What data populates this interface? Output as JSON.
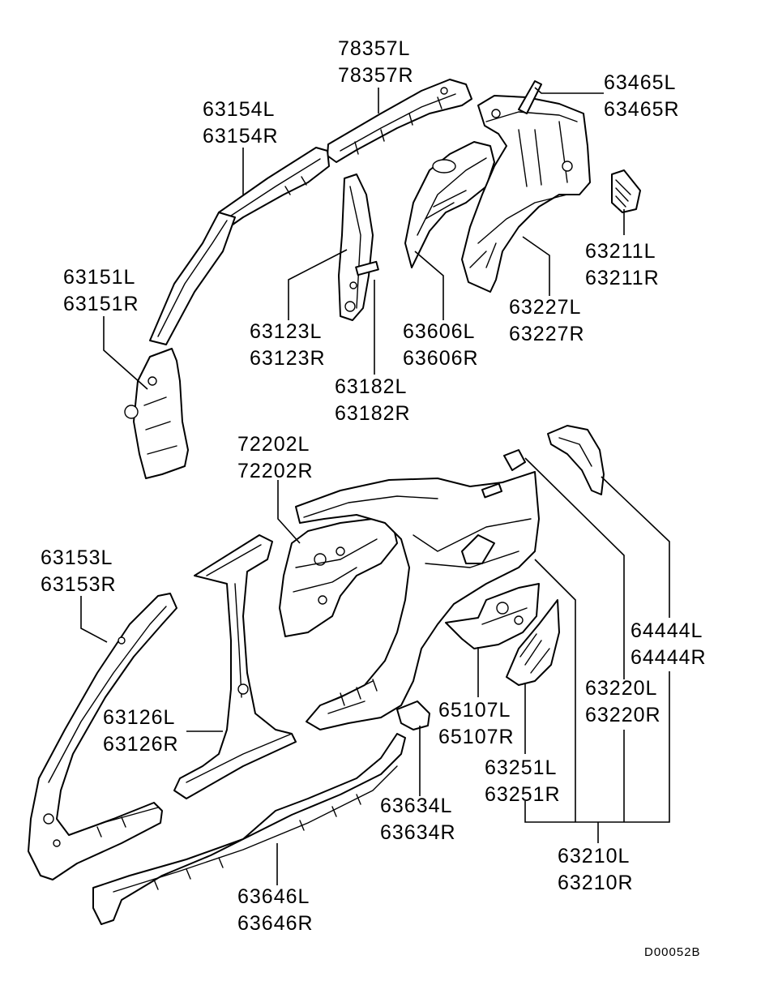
{
  "diagram": {
    "labels": {
      "p78357": [
        "78357L",
        "78357R"
      ],
      "p63465": [
        "63465L",
        "63465R"
      ],
      "p63154": [
        "63154L",
        "63154R"
      ],
      "p63151": [
        "63151L",
        "63151R"
      ],
      "p63211": [
        "63211L",
        "63211R"
      ],
      "p63227": [
        "63227L",
        "63227R"
      ],
      "p63123": [
        "63123L",
        "63123R"
      ],
      "p63606": [
        "63606L",
        "63606R"
      ],
      "p63182": [
        "63182L",
        "63182R"
      ],
      "p72202": [
        "72202L",
        "72202R"
      ],
      "p63153": [
        "63153L",
        "63153R"
      ],
      "p64444": [
        "64444L",
        "64444R"
      ],
      "p63220": [
        "63220L",
        "63220R"
      ],
      "p63126": [
        "63126L",
        "63126R"
      ],
      "p65107": [
        "65107L",
        "65107R"
      ],
      "p63251": [
        "63251L",
        "63251R"
      ],
      "p63634": [
        "63634L",
        "63634R"
      ],
      "p63210": [
        "63210L",
        "63210R"
      ],
      "p63646": [
        "63646L",
        "63646R"
      ]
    },
    "drawing_code": "D00052B"
  }
}
